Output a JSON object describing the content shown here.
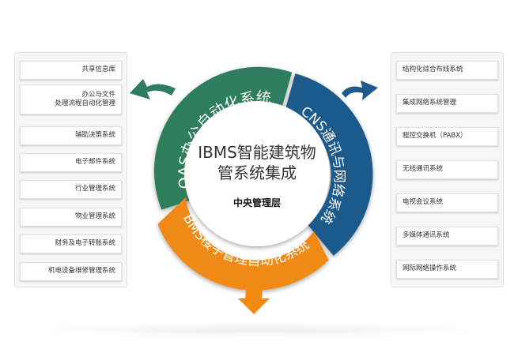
{
  "left_items": [
    "共享信息库",
    "办公与文件\n处理流程自动化管理",
    "辅助决策系统",
    "电子邮件系统",
    "行业管理系统",
    "物业管理系统",
    "财务及电子转账系统",
    "机电设备维修管理系统"
  ],
  "right_items": [
    "结构化综合布线系统",
    "集成网络系统管理",
    "程控交换机（PABX）",
    "无线通讯系统",
    "电视会议系统",
    "多媒体通讯系统",
    "网际网络操作系统"
  ],
  "ring": {
    "oas_label": "OAS办公自动化系统",
    "cns_label": "CNS通讯与网络系统",
    "bms_label": "BMS楼宇管理自动化系统"
  },
  "center": {
    "title": "IBMS智能建筑物\n管系统集成",
    "subtitle": "中央管理层"
  },
  "colors": {
    "oas": "#2e7d5e",
    "cns": "#1f5a8c",
    "bms": "#ef8a12"
  }
}
